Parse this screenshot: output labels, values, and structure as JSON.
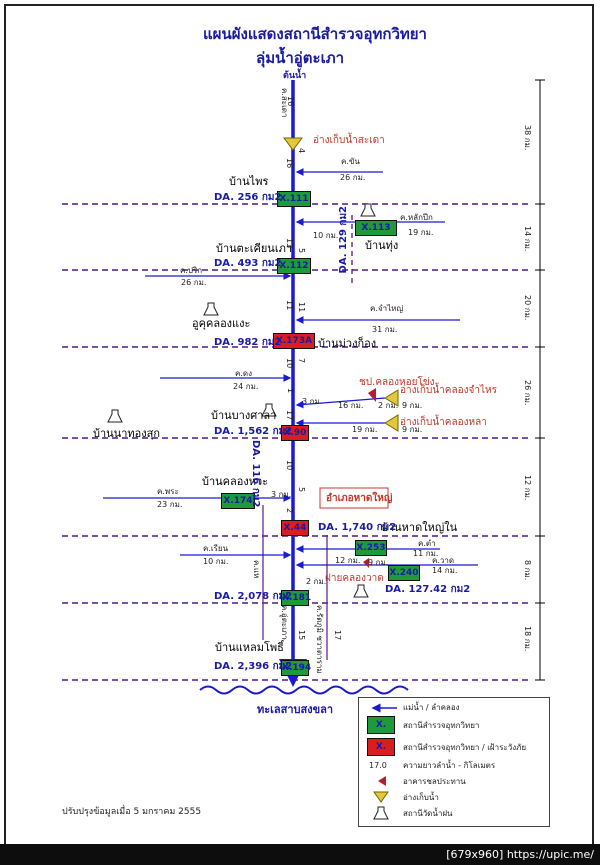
{
  "title": "แผนผังแสดงสถานีสำรวจอุทกวิทยา",
  "subtitle": "ลุ่มน้ำอู่ตะเภา",
  "headwater": "ต้นน้ำ",
  "tributaries": {
    "sadao": "ค.สะเดา",
    "khun": "ค.ขัน",
    "lakpi": "ค.หลักปีก",
    "pik": "ค.ปริก",
    "chamai": "ค.จำไหญ่",
    "dong": "ค.ดง",
    "phrue": "ค.พระ",
    "rian": "ค.เรียน",
    "tao": "ค.ตำ",
    "wat": "ค.วาด",
    "ngae": "ค.แห",
    "utapao": "ค.อู่ตะเภา",
    "rattaphum": "ค.รัตภูมิ ชวาตาราม"
  },
  "villages": [
    "บ้านไพร",
    "บ้านตะเคียนเภา",
    "อูคุคลองแงะ",
    "บ้านม่วงก็อง",
    "บ้านบางศาลา",
    "บ้านนาทองสุก",
    "บ้านคลองหวะ",
    "บ้านหาดใหญ่ใน",
    "บ้านแหลมโพธิ์",
    "บ้านทุ่ง"
  ],
  "reservoirs": {
    "sadao": "อ่างเก็บน้ำสะเดา",
    "chamai": "อ่างเก็บน้ำคลองจำไหร",
    "lao": "อ่างเก็บน้ำคลองหลา",
    "dam": "ชป.คลองหอยโข่ง",
    "hatyai": "อำเภอหาดใหญ่",
    "weir": "ฝายคลองวาด"
  },
  "stations": {
    "x111": "X.111",
    "x112": "X.112",
    "x113": "X.113",
    "x173a": "X.173A",
    "x90": "X.90",
    "x174": "X.174",
    "x44": "X.44",
    "x253": "X.253",
    "x240": "X.240",
    "x181": "X.181",
    "x194": "X.194"
  },
  "drainage": {
    "x111": "DA. 256 กม2",
    "x112": "DA. 493 กม2",
    "x113": "DA. 129 กม2",
    "x173a": "DA. 982 กม2",
    "x90": "DA. 1,562 กม2",
    "x174": "DA. 116 กม2",
    "x44": "DA. 1,740 กม2",
    "x240": "DA. 127.42 กม2",
    "x181": "DA. 2,078 กม2",
    "x194": "DA. 2,396  กม2"
  },
  "distances_main": [
    "16",
    "4",
    "16",
    "13",
    "5",
    "11",
    "11",
    "10",
    "7",
    "1",
    "17",
    "10",
    "5",
    "2",
    "1",
    "15",
    "17"
  ],
  "distances_trib": [
    "26 กม.",
    "10 กม.",
    "19 กม.",
    "26 กม.",
    "31 กม.",
    "24 กม.",
    "3 กม.",
    "16 กม.",
    "2 กม.",
    "9 กม.",
    "19 กม.",
    "9 กม.",
    "23 กม.",
    "3 กม.",
    "10 กม.",
    "11 กม.",
    "12 กม.",
    "14 กม.",
    "2 กม.",
    "9 กม."
  ],
  "segments": [
    "38 กม.",
    "14 กม.",
    "20 กม.",
    "26 กม.",
    "12 กม.",
    "8 กม.",
    "18 กม."
  ],
  "outlet": "ทะเลสาบสงขลา",
  "legend": {
    "river": "แม่น้ำ / ลำคลอง",
    "station_green": "สถานีสำรวจอุทกวิทยา",
    "station_red": "สถานีสำรวจอุทกวิทยา / เฝ้าระวังภัย",
    "distance_num": "17.0",
    "distance": "ความยาวลำน้ำ - กิโลเมตร",
    "weir": "อาคารชลประทาน",
    "reservoir": "อ่างเก็บน้ำ",
    "rain": "สถานีวัดน้ำฝน",
    "green_key": "X.",
    "red_key": "X."
  },
  "updated": "ปรับปรุงข้อมูลเมื่อ 5 มกราคม 2555",
  "watermark": "[679x960] https://upic.me/",
  "colors": {
    "river": "#1a1ad0",
    "station_green": "#1f9a3a",
    "station_red": "#d81e1e",
    "boundary": "#4a1a8a",
    "text_blue": "#1a1aa6"
  }
}
